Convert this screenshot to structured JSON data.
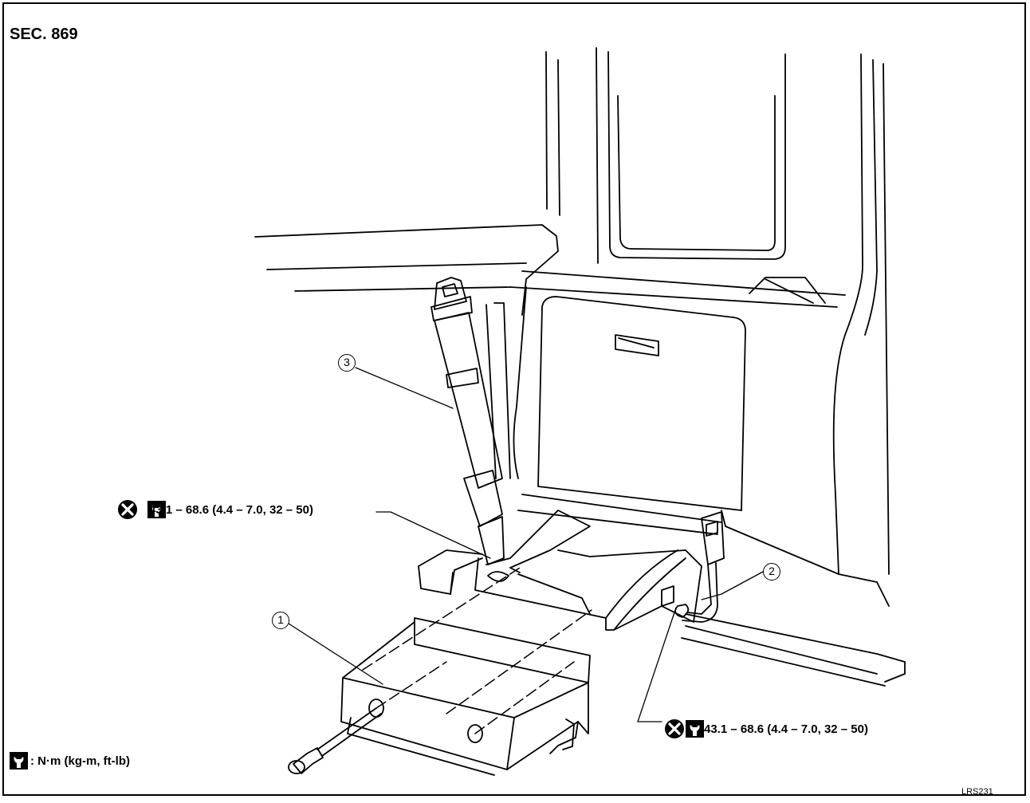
{
  "header": {
    "section": "SEC. 869"
  },
  "callouts": [
    {
      "id": "1",
      "label": "1"
    },
    {
      "id": "2",
      "label": "2"
    },
    {
      "id": "3",
      "label": "3"
    }
  ],
  "torque_specs": [
    {
      "id": "upper",
      "text": "43.1 – 68.6 (4.4 – 7.0, 32 – 50)"
    },
    {
      "id": "lower",
      "text": "43.1 – 68.6 (4.4 – 7.0, 32 – 50)"
    }
  ],
  "legend": {
    "torque_unit": ": N·m (kg-m, ft-lb)"
  },
  "footer": {
    "figure_code": "LRS231"
  },
  "icons": [
    "do-not-reuse-icon",
    "torque-wrench-icon"
  ]
}
